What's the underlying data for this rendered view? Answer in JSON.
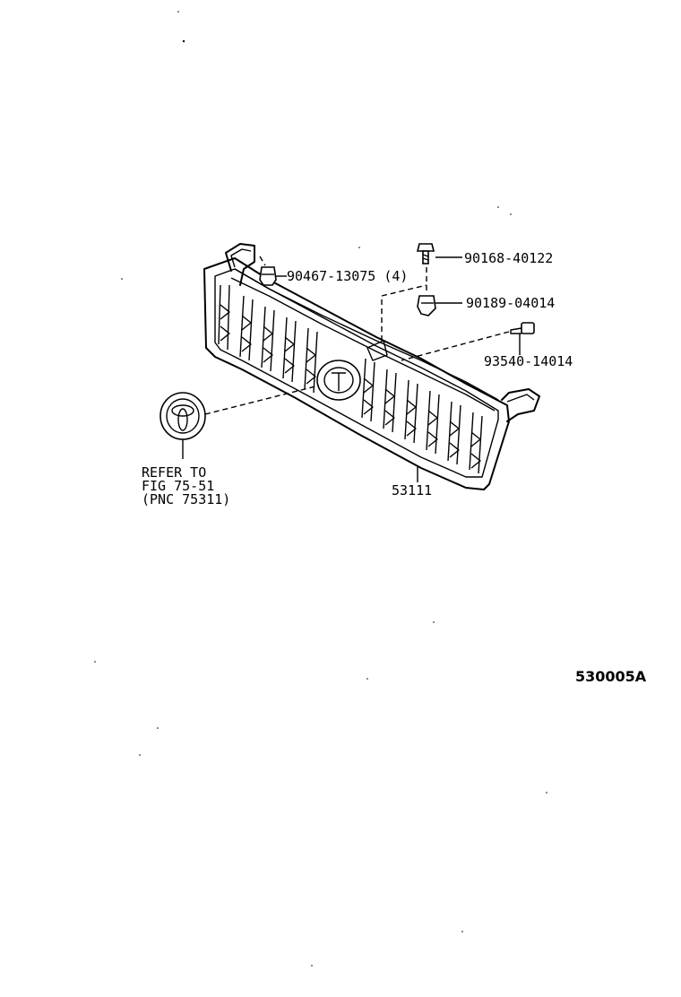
{
  "parts": {
    "clip": {
      "number": "90467-13075 (4)"
    },
    "bolt": {
      "number": "90168-40122"
    },
    "nut": {
      "number": "90189-04014"
    },
    "screw": {
      "number": "93540-14014"
    },
    "grille": {
      "number": "53111"
    },
    "emblem": {
      "ref_line1": "REFER TO",
      "ref_line2": "FIG 75-51",
      "ref_line3": "(PNC 75311)"
    }
  },
  "figure_code": "530005A",
  "icons": {
    "grille": "radiator-grille-icon",
    "emblem": "toyota-emblem-icon",
    "bolt": "bolt-icon",
    "nut": "nut-icon",
    "clip": "clip-icon",
    "screw": "screw-icon"
  }
}
